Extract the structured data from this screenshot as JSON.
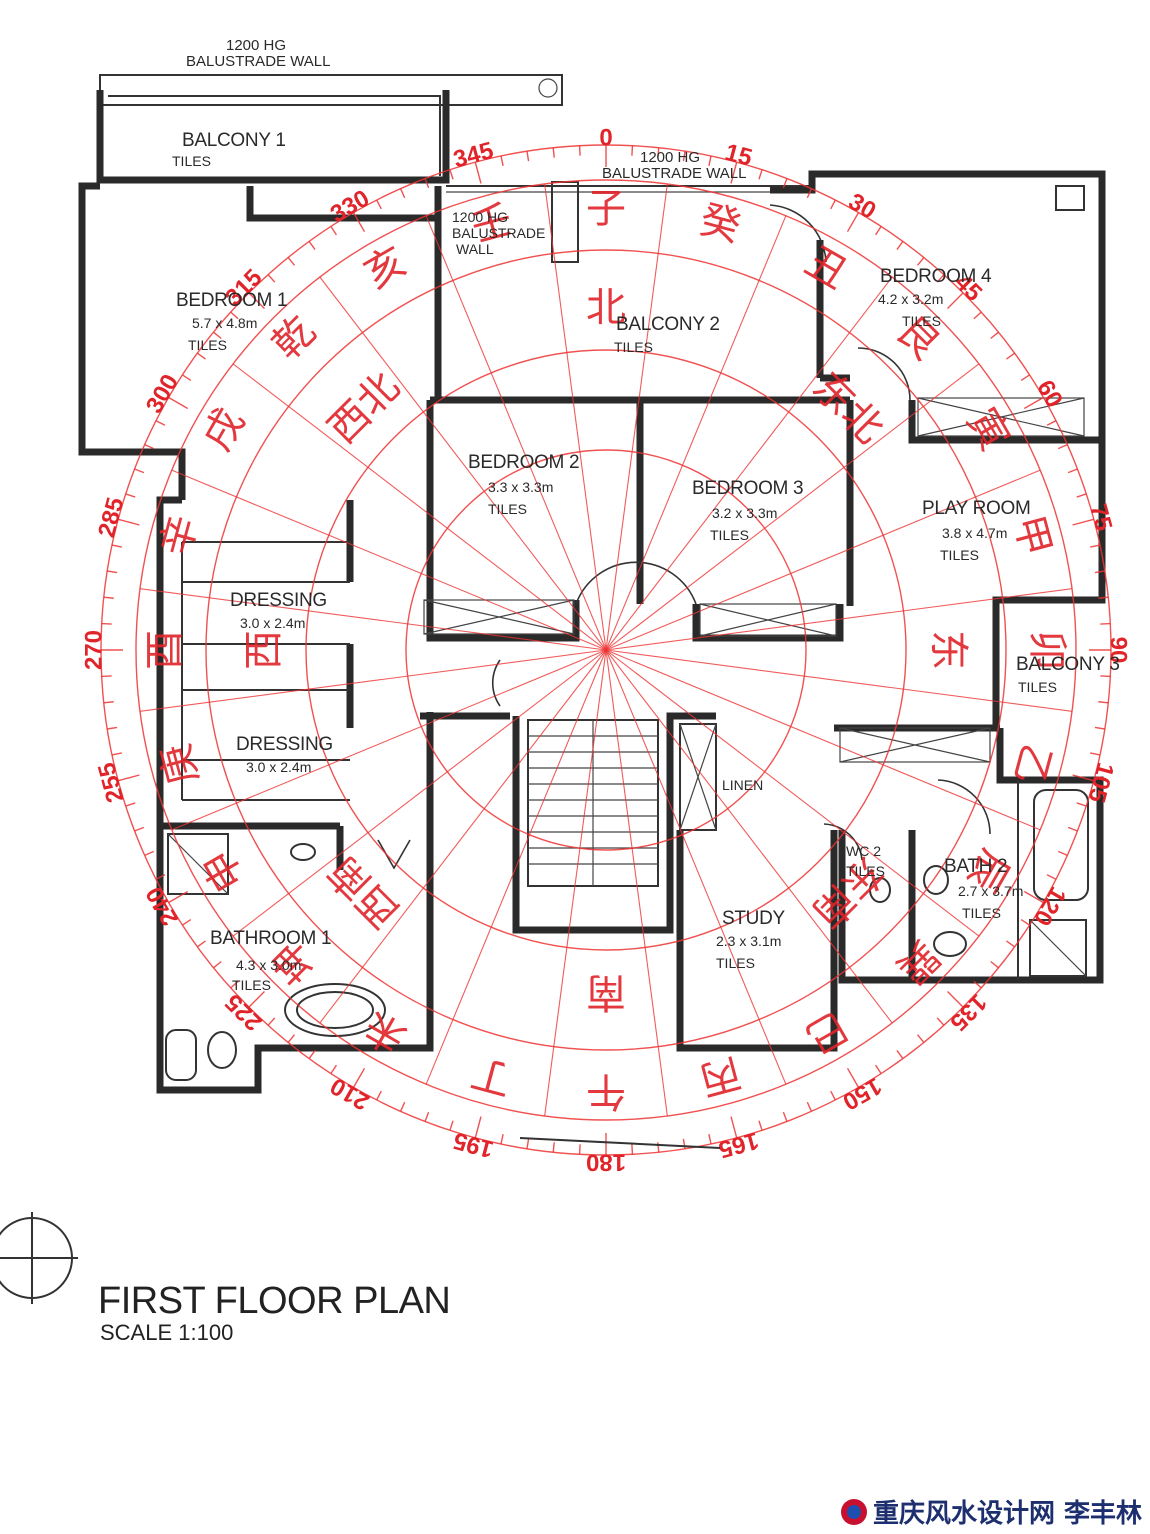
{
  "plan": {
    "title": "FIRST FLOOR PLAN",
    "scale": "SCALE 1:100",
    "balustrade_top": {
      "line1": "1200 HG",
      "line2": "BALUSTRADE WALL"
    },
    "balustrade_right": {
      "line1": "1200 HG",
      "line2": "BALUSTRADE WALL"
    },
    "balustrade_mid": {
      "line1": "1200 HG",
      "line2": "BALUSTRADE",
      "line3": "WALL"
    },
    "rooms": [
      {
        "key": "balcony1",
        "name": "BALCONY 1",
        "size": "",
        "finish": "TILES"
      },
      {
        "key": "bedroom1",
        "name": "BEDROOM 1",
        "size": "5.7 x 4.8m",
        "finish": "TILES"
      },
      {
        "key": "balcony2",
        "name": "BALCONY 2",
        "size": "",
        "finish": "TILES"
      },
      {
        "key": "bedroom4",
        "name": "BEDROOM 4",
        "size": "4.2 x 3.2m",
        "finish": "TILES"
      },
      {
        "key": "bedroom2",
        "name": "BEDROOM 2",
        "size": "3.3 x 3.3m",
        "finish": "TILES"
      },
      {
        "key": "bedroom3",
        "name": "BEDROOM 3",
        "size": "3.2 x 3.3m",
        "finish": "TILES"
      },
      {
        "key": "playroom",
        "name": "PLAY ROOM",
        "size": "3.8 x 4.7m",
        "finish": "TILES"
      },
      {
        "key": "dressing1",
        "name": "DRESSING",
        "size": "3.0 x 2.4m",
        "finish": ""
      },
      {
        "key": "dressing2",
        "name": "DRESSING",
        "size": "3.0 x 2.4m",
        "finish": ""
      },
      {
        "key": "balcony3",
        "name": "BALCONY 3",
        "size": "",
        "finish": "TILES"
      },
      {
        "key": "linen",
        "name": "LINEN",
        "size": "",
        "finish": ""
      },
      {
        "key": "wc2",
        "name": "WC 2",
        "size": "",
        "finish": "TILES"
      },
      {
        "key": "bath2",
        "name": "BATH 2",
        "size": "2.7 x 3.7m",
        "finish": "TILES"
      },
      {
        "key": "study",
        "name": "STUDY",
        "size": "2.3 x 3.1m",
        "finish": "TILES"
      },
      {
        "key": "bathroom1",
        "name": "BATHROOM 1",
        "size": "4.3 x 3.0m",
        "finish": "TILES"
      }
    ]
  },
  "compass": {
    "degrees": [
      "0",
      "15",
      "30",
      "45",
      "60",
      "75",
      "90",
      "105",
      "120",
      "135",
      "150",
      "165",
      "180",
      "195",
      "210",
      "225",
      "240",
      "255",
      "270",
      "285",
      "300",
      "315",
      "330",
      "345"
    ],
    "mountains": [
      "子",
      "癸",
      "丑",
      "艮",
      "寅",
      "甲",
      "卯",
      "乙",
      "辰",
      "巽",
      "巳",
      "丙",
      "午",
      "丁",
      "未",
      "坤",
      "申",
      "庚",
      "酉",
      "辛",
      "戌",
      "乾",
      "亥",
      "壬"
    ],
    "directions": {
      "north": "北",
      "northeast": "东北",
      "east": "东",
      "southeast": "东南",
      "south": "南",
      "southwest": "西南",
      "west": "西",
      "northwest": "西北"
    },
    "color": "#e0242a"
  },
  "brand": {
    "text": "重庆风水设计网 李丰林"
  }
}
